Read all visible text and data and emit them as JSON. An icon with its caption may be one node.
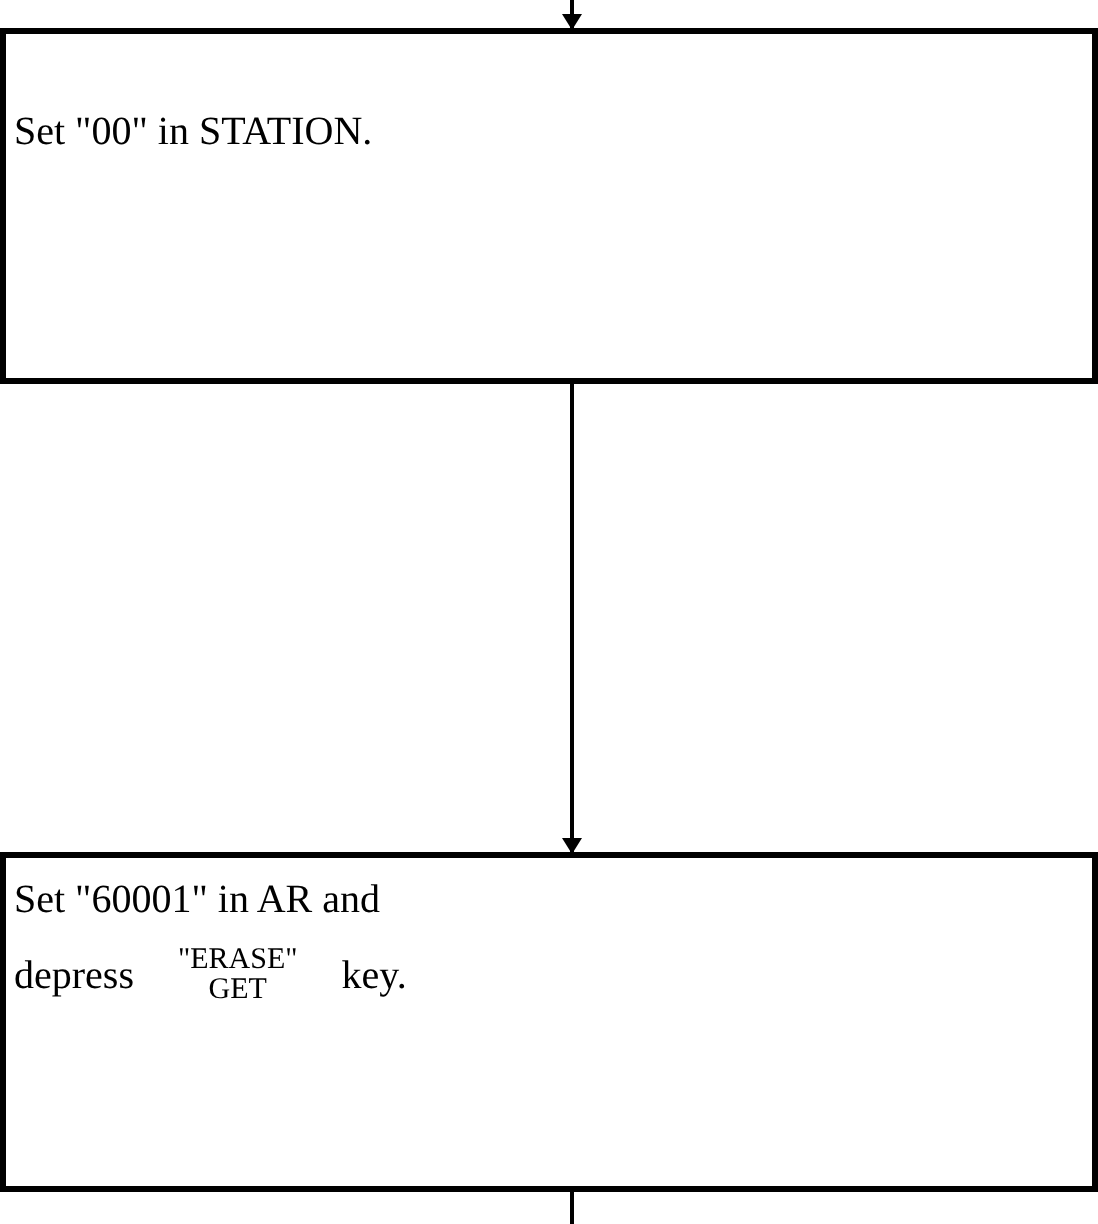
{
  "diagram": {
    "nodes": [
      {
        "text": [
          "Set \"00\" in STATION."
        ]
      },
      {
        "text": [
          "Set \"60001\" in AR and",
          "depress",
          "\"ERASE\" GET",
          "key."
        ]
      }
    ],
    "edges": [
      {
        "from": null,
        "to": 0,
        "arrow": "to"
      },
      {
        "from": 0,
        "to": 1,
        "arrow": "to"
      },
      {
        "from": 1,
        "to": null,
        "arrow": "none"
      }
    ]
  }
}
